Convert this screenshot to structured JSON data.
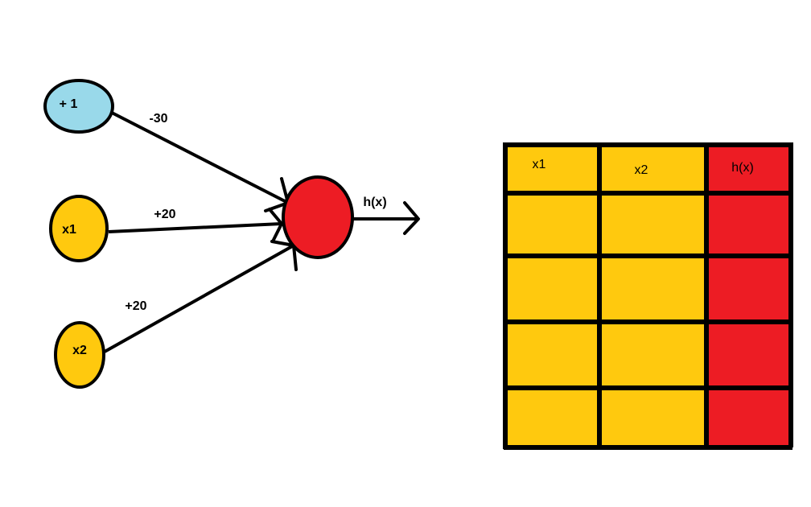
{
  "network": {
    "bias_node": {
      "label": "+ 1"
    },
    "input_x1": {
      "label": "x1"
    },
    "input_x2": {
      "label": "x2"
    },
    "weight_bias": "-30",
    "weight_x1": "+20",
    "weight_x2": "+20",
    "output_label": "h(x)"
  },
  "truth_table": {
    "headers": [
      "x1",
      "x2",
      "h(x)"
    ],
    "row_count": 4,
    "rows": [
      [
        "",
        "",
        ""
      ],
      [
        "",
        "",
        ""
      ],
      [
        "",
        "",
        ""
      ],
      [
        "",
        "",
        ""
      ]
    ]
  },
  "colors": {
    "bias_node_fill": "#99d9ea",
    "input_fill": "#ffc90e",
    "neuron_fill": "#ed1c24",
    "table_input_fill": "#ffc90e",
    "table_output_fill": "#ed1c24",
    "stroke": "#000000"
  }
}
